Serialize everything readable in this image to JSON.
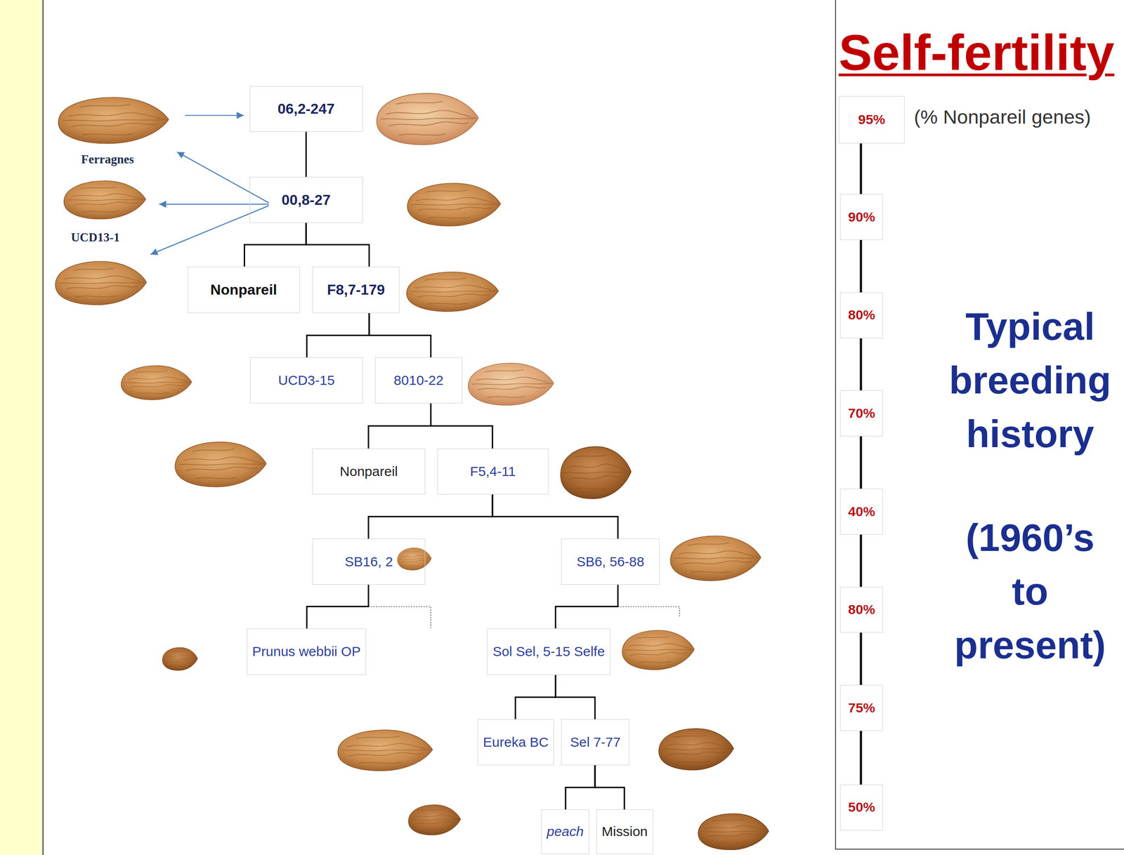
{
  "diagram": {
    "nodes": [
      {
        "text": [
          "06,2-247"
        ]
      },
      {
        "text": [
          "00,8-27"
        ]
      },
      {
        "text": [
          "Nonpareil"
        ]
      },
      {
        "text": [
          "F8,7-179"
        ]
      },
      {
        "text": [
          "UCD3-15"
        ]
      },
      {
        "text": [
          "8010-22"
        ]
      },
      {
        "text": [
          "Nonpareil"
        ]
      },
      {
        "text": [
          "F5,4-11"
        ]
      },
      {
        "text": [
          "SB16, 2"
        ]
      },
      {
        "text": [
          "SB6, 56-88"
        ]
      },
      {
        "text": [
          "Prunus webbii OP"
        ]
      },
      {
        "text": [
          "Sol Sel, 5-15 Selfe"
        ]
      },
      {
        "text": [
          "Eureka BC"
        ]
      },
      {
        "text": [
          "Sel 7-77"
        ]
      },
      {
        "text": [
          "peach"
        ]
      },
      {
        "text": [
          "Mission"
        ]
      },
      {
        "text": [
          "Self-fertility",
          "(% Nonpareil genes)",
          "Typical breeding history",
          "(1960’s to present)"
        ]
      },
      {
        "text": [
          "95%"
        ],
        "in": 16
      },
      {
        "text": [
          "90%"
        ],
        "in": 16
      },
      {
        "text": [
          "80%"
        ],
        "in": 16
      },
      {
        "text": [
          "70%"
        ],
        "in": 16
      },
      {
        "text": [
          "40%"
        ],
        "in": 16
      },
      {
        "text": [
          "80%"
        ],
        "in": 16
      },
      {
        "text": [
          "75%"
        ],
        "in": 16
      },
      {
        "text": [
          "50%"
        ],
        "in": 16
      }
    ],
    "edges": [
      {
        "from": 0,
        "to": 1,
        "arrow": "none"
      },
      {
        "from": 1,
        "to": 2,
        "arrow": "none"
      },
      {
        "from": 1,
        "to": 3,
        "arrow": "none"
      },
      {
        "from": 3,
        "to": 4,
        "arrow": "none"
      },
      {
        "from": 3,
        "to": 5,
        "arrow": "none"
      },
      {
        "from": 5,
        "to": 6,
        "arrow": "none"
      },
      {
        "from": 5,
        "to": 7,
        "arrow": "none"
      },
      {
        "from": 7,
        "to": 8,
        "arrow": "none"
      },
      {
        "from": 7,
        "to": 9,
        "arrow": "none"
      },
      {
        "from": 8,
        "to": 10,
        "arrow": "none"
      },
      {
        "from": 9,
        "to": 11,
        "arrow": "none"
      },
      {
        "from": 11,
        "to": 12,
        "arrow": "none"
      },
      {
        "from": 11,
        "to": 13,
        "arrow": "none"
      },
      {
        "from": 13,
        "to": 14,
        "arrow": "none"
      },
      {
        "from": 13,
        "to": 15,
        "arrow": "none"
      },
      {
        "from": 17,
        "to": 18,
        "arrow": "none"
      },
      {
        "from": 18,
        "to": 19,
        "arrow": "none"
      },
      {
        "from": 19,
        "to": 20,
        "arrow": "none"
      },
      {
        "from": 20,
        "to": 21,
        "arrow": "none"
      },
      {
        "from": 21,
        "to": 22,
        "arrow": "none"
      },
      {
        "from": 22,
        "to": 23,
        "arrow": "none"
      },
      {
        "from": 23,
        "to": 24,
        "arrow": "none"
      }
    ],
    "labels": [
      "Ferragnes",
      "UCD13-1"
    ]
  }
}
